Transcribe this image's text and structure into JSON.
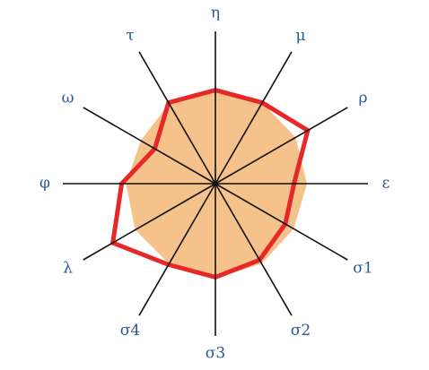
{
  "chart_data": {
    "type": "radar",
    "title": "",
    "axes": [
      "η",
      "μ",
      "ρ",
      "ε",
      "σ1",
      "σ2",
      "σ3",
      "σ4",
      "λ",
      "φ",
      "ω",
      "τ"
    ],
    "rmax": 1.0,
    "series": [
      {
        "values": [
          0.88,
          0.87,
          0.86,
          0.85,
          0.84,
          0.86,
          0.88,
          0.86,
          0.86,
          0.83,
          0.8,
          0.86
        ],
        "color": "#f5c28c",
        "style": "filled"
      },
      {
        "values": [
          0.87,
          0.87,
          0.99,
          0.73,
          0.75,
          0.82,
          0.87,
          0.87,
          1.1,
          0.87,
          0.65,
          0.87
        ],
        "color": "#e62828",
        "style": "line"
      }
    ],
    "colors": {
      "spoke": "#111111",
      "label": "#2a5a9a"
    },
    "grid": false,
    "legend": "none"
  }
}
